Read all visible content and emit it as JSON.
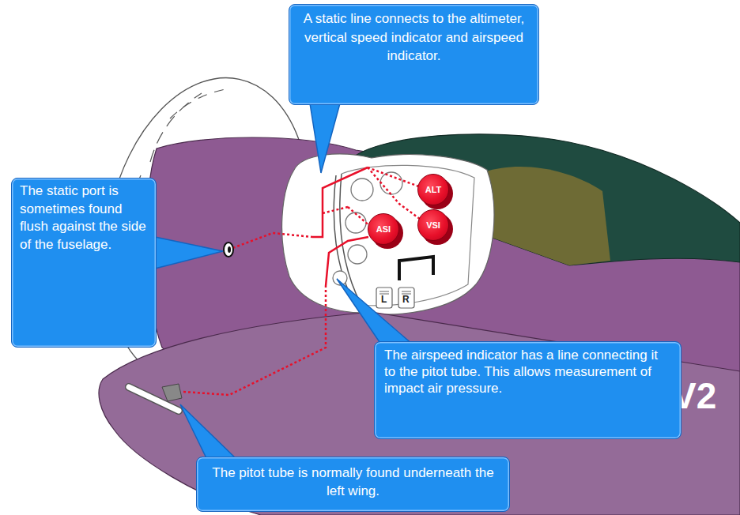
{
  "diagram": {
    "nodes": [
      {
        "text": [
          "A static line connects to the altimeter, vertical speed indicator and airspeed indicator."
        ]
      },
      {
        "text": [
          "The static port is sometimes found flush against the side of the fuselage."
        ]
      },
      {
        "text": [
          "ALT"
        ]
      },
      {
        "text": [
          "ASI"
        ]
      },
      {
        "text": [
          "VSI"
        ]
      },
      {
        "text": [
          "The airspeed indicator has a line connecting it to the pitot tube. This allows measurement of impact air pressure."
        ]
      },
      {
        "text": [
          "The pitot tube is normally found underneath the left wing."
        ]
      }
    ],
    "labels": [
      "L",
      "R",
      "V2"
    ]
  }
}
